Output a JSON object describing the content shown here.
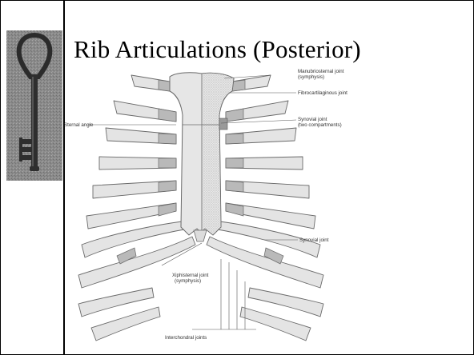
{
  "slide": {
    "title": "Rib Articulations (Posterior)"
  },
  "illustration": {
    "labels": {
      "manubriosternal_1": "Manubriosternal joint",
      "manubriosternal_2": "(symphysis)",
      "fibrocartilaginous": "Fibrocartilaginous joint",
      "synovial_two_1": "Synovial joint",
      "synovial_two_2": "(two compartments)",
      "sternal_angle": "Sternal angle",
      "synovial_joint": "Synovial joint",
      "xiphisternal_1": "Xiphisternal joint",
      "xiphisternal_2": "(symphysis)",
      "interchondral": "Interchondral joints"
    }
  },
  "colors": {
    "bone": "#e4e4e4",
    "bone_outline": "#6a6a6a",
    "cartilage": "#b8b8b8",
    "key_photo_bg": "#8f8f8f"
  }
}
